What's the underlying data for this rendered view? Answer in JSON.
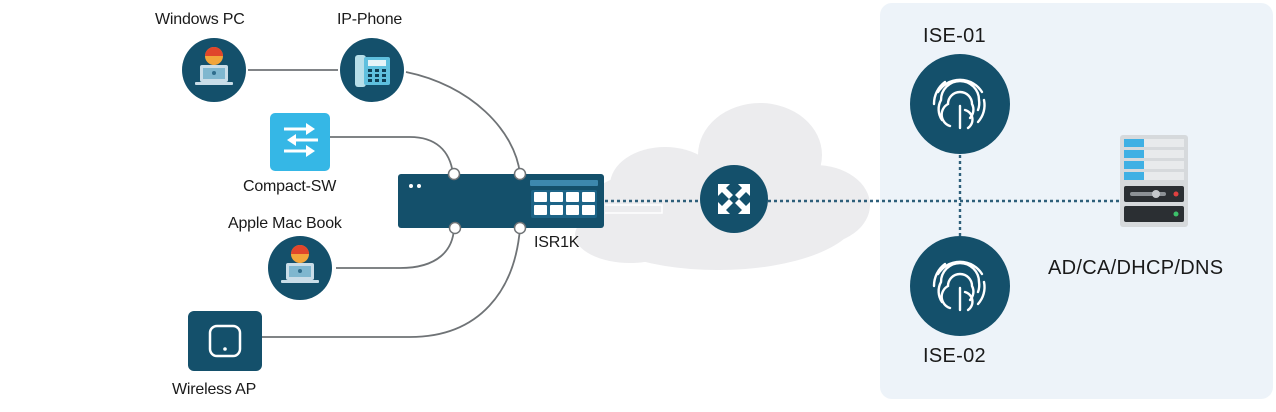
{
  "diagram": {
    "nodes": {
      "windows_pc": {
        "label": "Windows PC",
        "icon": "user-laptop-icon"
      },
      "ip_phone": {
        "label": "IP-Phone",
        "icon": "ip-phone-icon"
      },
      "compact_sw": {
        "label": "Compact-SW",
        "icon": "switch-arrows-icon"
      },
      "apple_mac_book": {
        "label": "Apple Mac Book",
        "icon": "user-laptop-icon"
      },
      "wireless_ap": {
        "label": "Wireless AP",
        "icon": "access-point-icon"
      },
      "isr1k": {
        "label": "ISR1K",
        "icon": "router-chassis-icon"
      },
      "wan_router": {
        "label": "",
        "icon": "router-arrows-icon"
      },
      "ise_01": {
        "label": "ISE-01",
        "icon": "fingerprint-icon"
      },
      "ise_02": {
        "label": "ISE-02",
        "icon": "fingerprint-icon"
      },
      "ad_server": {
        "label": "AD/CA/DHCP/DNS",
        "icon": "server-rack-icon"
      }
    },
    "colors": {
      "node_dark": "#14506b",
      "switch_blue": "#35b7e6",
      "link_gray": "#6f7376",
      "dotted_link": "#2e5f7a",
      "cloud": "#ececee",
      "panel": "#edf3f9",
      "server_stripe": "#3fb0e4"
    }
  }
}
